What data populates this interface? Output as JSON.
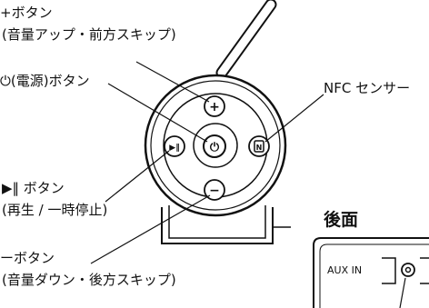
{
  "labels": {
    "plus_button": "+ボタン",
    "plus_desc": "(音量アップ・前方スキップ)",
    "power_button": "⏻(電源)ボタン",
    "nfc_sensor": "NFC センサー",
    "play_button": "▶‖ ボタン",
    "play_desc": "(再生 / 一時停止)",
    "minus_button": "ーボタン",
    "minus_desc": "(音量ダウン・後方スキップ)",
    "rear_title": "後面",
    "aux_in": "AUX IN"
  },
  "icons": {
    "plus": "plus-icon",
    "minus": "minus-icon",
    "power": "power-icon",
    "play_pause": "play-pause-icon",
    "nfc": "nfc-icon"
  }
}
